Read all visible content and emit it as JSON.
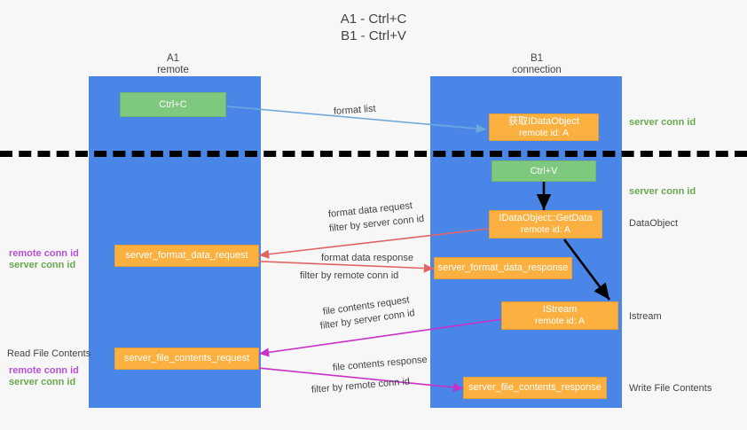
{
  "title": {
    "line1": "A1 - Ctrl+C",
    "line2": "B1 - Ctrl+V"
  },
  "lanes": [
    {
      "id": "a1",
      "name": "A1",
      "role": "remote"
    },
    {
      "id": "b1",
      "name": "B1",
      "role": "connection"
    }
  ],
  "boxes": {
    "ctrl_c": {
      "label": "Ctrl+C"
    },
    "get_idataobject": {
      "label": "获取IDataObject",
      "sub": "remote id: A"
    },
    "ctrl_v": {
      "label": "Ctrl+V"
    },
    "getdata": {
      "label": "IDataObject::GetData",
      "sub": "remote id: A"
    },
    "istream": {
      "label": "IStream",
      "sub": "remote id: A"
    },
    "format_data_request": {
      "label": "server_format_data_request"
    },
    "format_data_response": {
      "label": "server_format_data_response"
    },
    "file_contents_request": {
      "label": "server_file_contents_request"
    },
    "file_contents_response": {
      "label": "server_file_contents_response"
    }
  },
  "arrow_labels": {
    "format_list": "format list",
    "format_data_request_l1": "format data request",
    "format_data_request_l2_prefix": "filter by ",
    "format_data_request_l2_key": "server conn id",
    "format_data_response_l1": "format data response",
    "format_data_response_l2_prefix": "filter by ",
    "format_data_response_l2_key": "remote conn id",
    "file_contents_request_l1": "file contents request",
    "file_contents_request_l2_prefix": "filter by ",
    "file_contents_request_l2_key": "server conn id",
    "file_contents_response_l1": "file contents response",
    "file_contents_response_l2_prefix": "filter by ",
    "file_contents_response_l2_key": "remote conn id"
  },
  "side_notes": {
    "right_server_conn_top": "server conn id",
    "right_server_conn_mid": "server conn id",
    "right_dataobject": "DataObject",
    "right_istream": "Istream",
    "right_write_file_contents": "Write File Contents",
    "left_remote_conn_1": "remote conn id",
    "left_server_conn_1": "server conn id",
    "left_read_file_contents": "Read File Contents",
    "left_remote_conn_2": "remote conn id",
    "left_server_conn_2": "server conn id"
  },
  "colors": {
    "lane": "#4a86e8",
    "green_box": "#7fc97f",
    "orange_box": "#fbb040",
    "green_text": "#6aa84f",
    "purple_text": "#b84fd8",
    "blue_arrow": "#6fa8dc",
    "red_arrow": "#e06666",
    "magenta_arrow": "#c930c9",
    "black_arrow": "#000000"
  }
}
